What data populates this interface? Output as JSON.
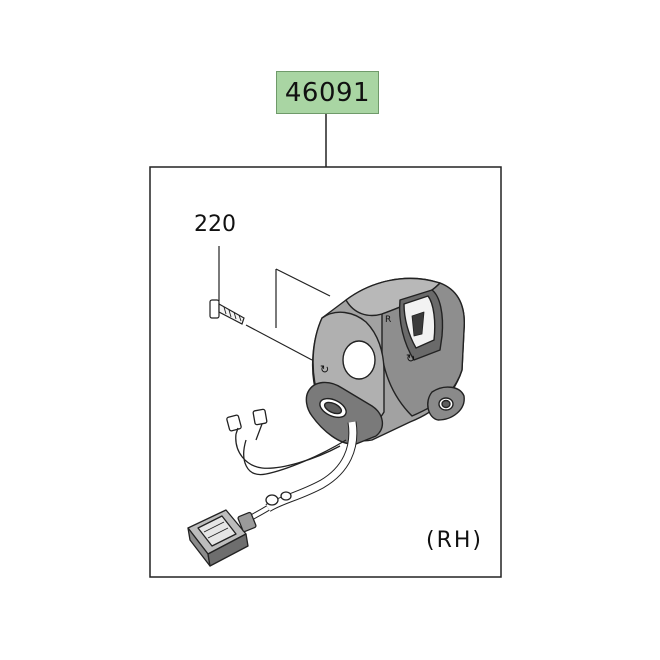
{
  "part_number": "46091",
  "screw_callout": "220",
  "side_marker": "(RH)",
  "colors": {
    "label_fill": "#a9d5a3",
    "line": "#222222",
    "housing_fill": "#9a9a9a",
    "housing_dark": "#5e5e5e"
  },
  "icons": [
    "handlebar-switch-housing-icon",
    "screw-icon",
    "wire-harness-icon",
    "connector-plug-icon"
  ]
}
